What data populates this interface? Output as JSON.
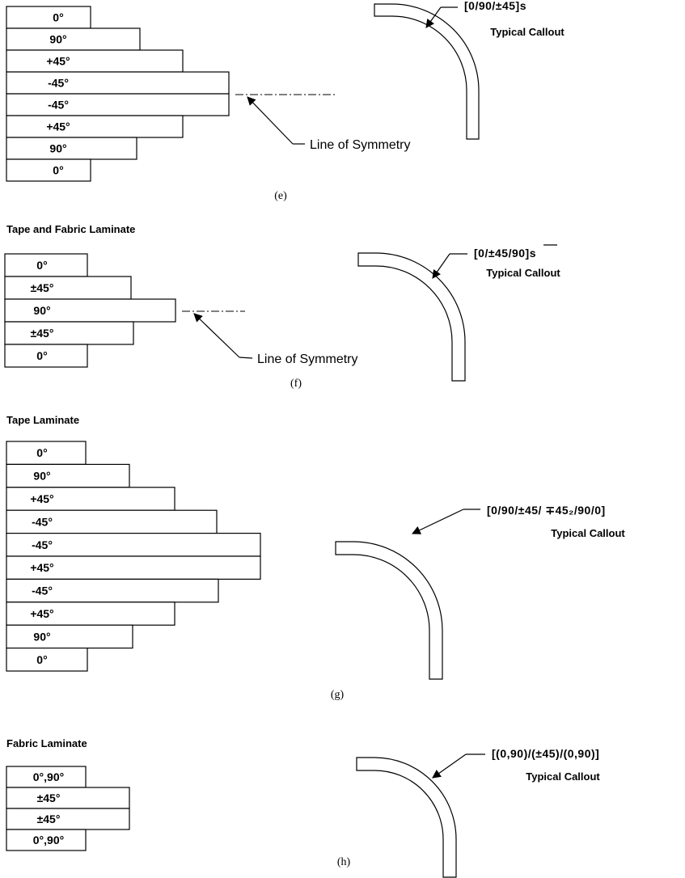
{
  "diagrams": [
    {
      "id": "e",
      "title": "",
      "plies": [
        "0°",
        "90°",
        "+45°",
        "-45°",
        "-45°",
        "+45°",
        "90°",
        "0°"
      ],
      "callout_main": "[0/90/±45]s",
      "callout_sub": "Typical Callout",
      "symmetry_label": "Line of Symmetry",
      "caption": "(e)"
    },
    {
      "id": "f",
      "title": "Tape and Fabric Laminate",
      "plies": [
        "0°",
        "±45°",
        "90°",
        "±45°",
        "0°"
      ],
      "callout_main": "[0/±45/90]s",
      "callout_sub": "Typical Callout",
      "symmetry_label": "Line of Symmetry",
      "caption": "(f)"
    },
    {
      "id": "g",
      "title": "Tape Laminate",
      "plies": [
        "0°",
        "90°",
        "+45°",
        "-45°",
        "-45°",
        "+45°",
        "-45°",
        "+45°",
        "90°",
        "0°"
      ],
      "callout_main": "[0/90/±45/ ∓45₂/90/0]",
      "callout_sub": "Typical Callout",
      "caption": "(g)"
    },
    {
      "id": "h",
      "title": "Fabric Laminate",
      "plies": [
        "0°,90°",
        "±45°",
        "±45°",
        "0°,90°"
      ],
      "callout_main": "[(0,90)/(±45)/(0,90)]",
      "callout_sub": "Typical Callout",
      "caption": "(h)"
    }
  ]
}
